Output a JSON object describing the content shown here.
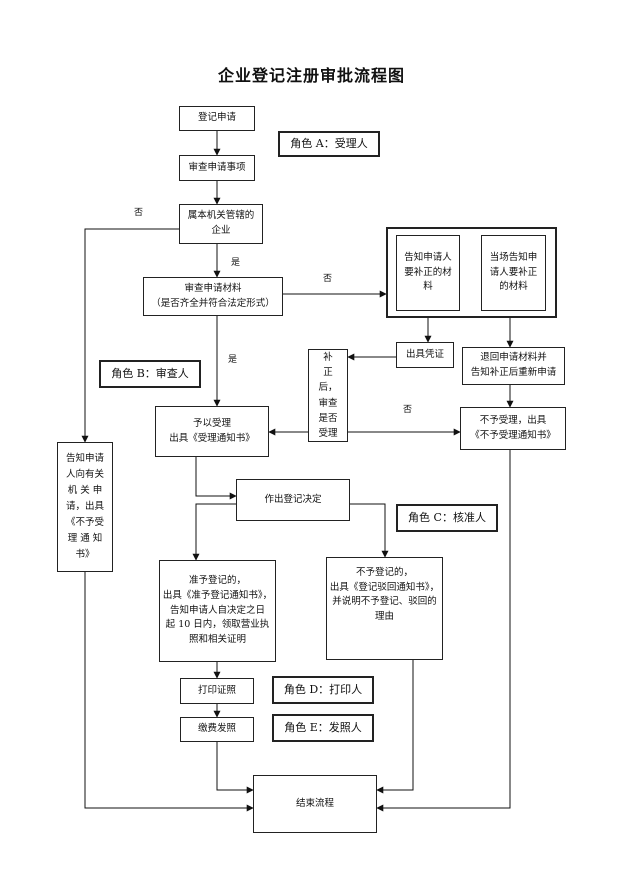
{
  "title": "企业登记注册审批流程图",
  "nodes": {
    "apply": "登记申请",
    "review_items": "审查申请事项",
    "jurisdiction": "属本机关管辖的\n企业",
    "review_materials": "审查申请材料\n（是否齐全并符合法定形式）",
    "notify_correct": "告知申请人\n要补正的材\n料",
    "onsite_notify": "当场告知申\n请人要补正\n的材料",
    "issue_receipt": "出具凭证",
    "return_materials": "退回申请材料并\n告知补正后重新申请",
    "after_correction": "补\n正\n后，\n审查\n是否\n受理",
    "accept": "予以受理\n出具《受理通知书》",
    "reject_accept": "不予受理，出具\n《不予受理通知书》",
    "notify_other": "告知申请\n人向有关\n机 关 申\n请，出具\n《不予受\n理 通 知\n书》",
    "decision": "作出登记决定",
    "approve": "准予登记的，\n出具《准予登记通知书》，\n告知申请人自决定之日\n起 10 日内，领取营业执\n照和相关证明",
    "deny": "不予登记的，\n出具《登记驳回通知书》，\n并说明不予登记、驳回的\n理由",
    "print_license": "打印证照",
    "pay_invoice": "缴费发照",
    "end": "结束流程"
  },
  "roles": {
    "a": "角色 A：受理人",
    "b": "角色 B：审查人",
    "c": "角色 C：核准人",
    "d": "角色 D：打印人",
    "e": "角色 E：发照人"
  },
  "edge_labels": {
    "no_1": "否",
    "yes_1": "是",
    "no_2": "否",
    "yes_2": "是",
    "no_3": "否"
  }
}
